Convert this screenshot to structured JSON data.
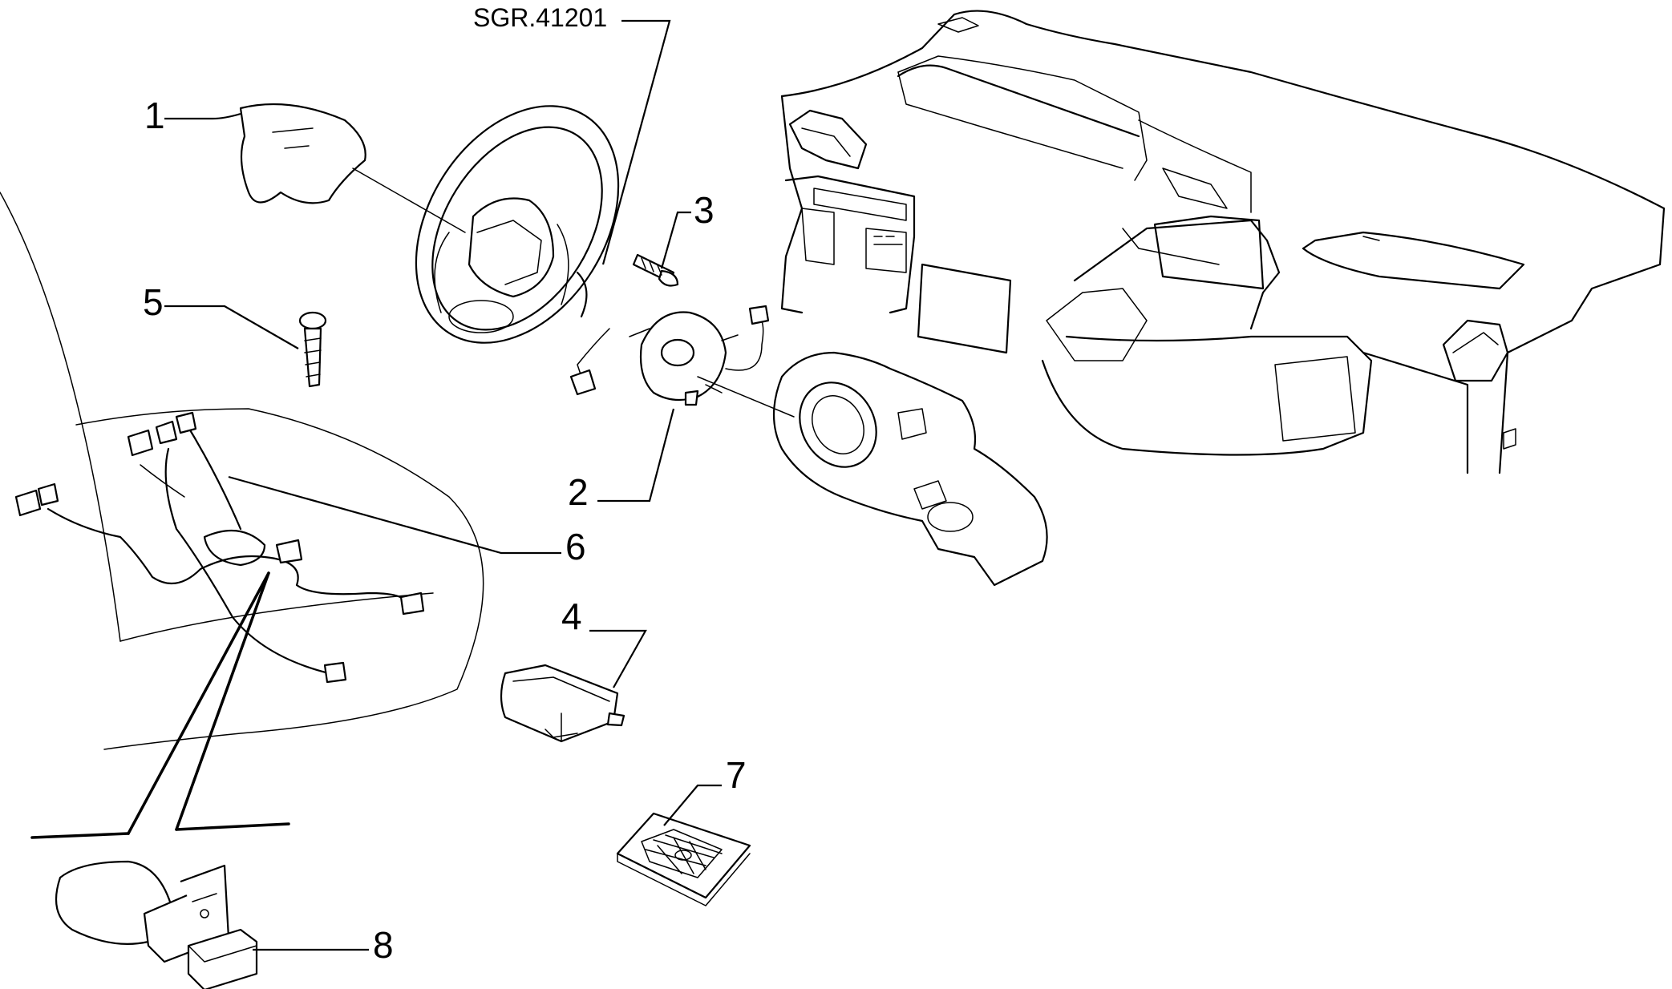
{
  "reference_code": "SGR.41201",
  "callouts": [
    {
      "id": "1",
      "label": "1"
    },
    {
      "id": "2",
      "label": "2"
    },
    {
      "id": "3",
      "label": "3"
    },
    {
      "id": "4",
      "label": "4"
    },
    {
      "id": "5",
      "label": "5"
    },
    {
      "id": "6",
      "label": "6"
    },
    {
      "id": "7",
      "label": "7"
    },
    {
      "id": "8",
      "label": "8"
    }
  ],
  "colors": {
    "line": "#000000",
    "background": "#ffffff"
  }
}
